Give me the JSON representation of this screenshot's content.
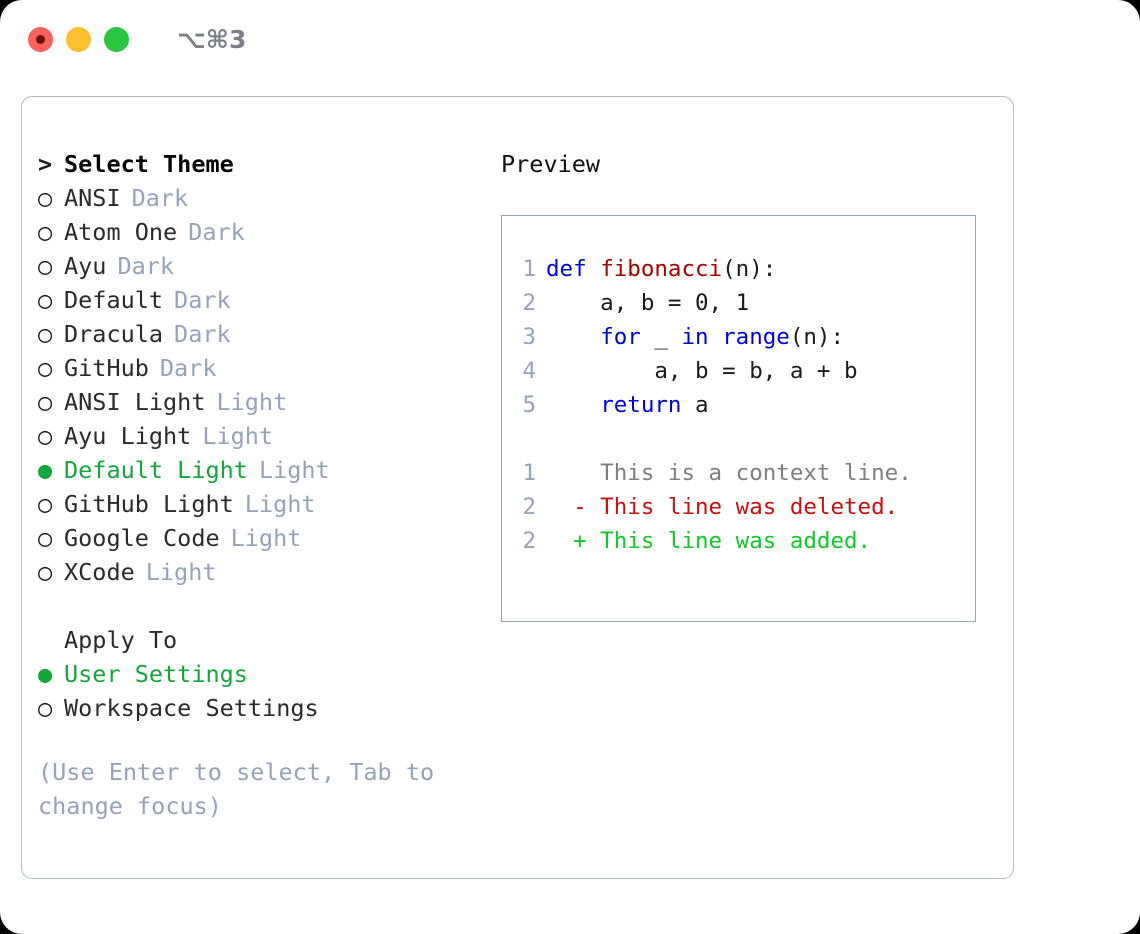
{
  "titlebar": {
    "shortcut": "⌥⌘3",
    "buttons": [
      "close",
      "minimize",
      "maximize"
    ]
  },
  "left": {
    "heading": {
      "prompt": ">",
      "label": "Select Theme"
    },
    "themes": [
      {
        "marker": "○",
        "label": "ANSI",
        "badge": "Dark",
        "selected": false
      },
      {
        "marker": "○",
        "label": "Atom One",
        "badge": "Dark",
        "selected": false
      },
      {
        "marker": "○",
        "label": "Ayu",
        "badge": "Dark",
        "selected": false
      },
      {
        "marker": "○",
        "label": "Default",
        "badge": "Dark",
        "selected": false
      },
      {
        "marker": "○",
        "label": "Dracula",
        "badge": "Dark",
        "selected": false
      },
      {
        "marker": "○",
        "label": "GitHub",
        "badge": "Dark",
        "selected": false
      },
      {
        "marker": "○",
        "label": "ANSI Light",
        "badge": "Light",
        "selected": false
      },
      {
        "marker": "○",
        "label": "Ayu Light",
        "badge": "Light",
        "selected": false
      },
      {
        "marker": "●",
        "label": "Default Light",
        "badge": "Light",
        "selected": true
      },
      {
        "marker": "○",
        "label": "GitHub Light",
        "badge": "Light",
        "selected": false
      },
      {
        "marker": "○",
        "label": "Google Code",
        "badge": "Light",
        "selected": false
      },
      {
        "marker": "○",
        "label": "XCode",
        "badge": "Light",
        "selected": false
      }
    ],
    "apply_to": {
      "heading": "Apply To",
      "options": [
        {
          "marker": "●",
          "label": "User Settings",
          "selected": true
        },
        {
          "marker": "○",
          "label": "Workspace Settings",
          "selected": false
        }
      ]
    },
    "hint": "(Use Enter to select, Tab to change focus)"
  },
  "preview": {
    "title": "Preview",
    "code_lines": [
      {
        "no": "1",
        "tokens": [
          {
            "t": "def ",
            "c": "kw"
          },
          {
            "t": "fibonacci",
            "c": "fn"
          },
          {
            "t": "(n):",
            "c": "pl"
          }
        ]
      },
      {
        "no": "2",
        "tokens": [
          {
            "t": "    a, b = 0, 1",
            "c": "pl"
          }
        ]
      },
      {
        "no": "3",
        "tokens": [
          {
            "t": "    ",
            "c": "pl"
          },
          {
            "t": "for",
            "c": "kw"
          },
          {
            "t": " _ ",
            "c": "pl"
          },
          {
            "t": "in",
            "c": "kw"
          },
          {
            "t": " ",
            "c": "pl"
          },
          {
            "t": "range",
            "c": "kw"
          },
          {
            "t": "(n):",
            "c": "pl"
          }
        ]
      },
      {
        "no": "4",
        "tokens": [
          {
            "t": "        a, b = b, a + b",
            "c": "pl"
          }
        ]
      },
      {
        "no": "5",
        "tokens": [
          {
            "t": "    ",
            "c": "pl"
          },
          {
            "t": "return",
            "c": "kw"
          },
          {
            "t": " a",
            "c": "pl"
          }
        ]
      }
    ],
    "diff_lines": [
      {
        "no": "1",
        "sign": " ",
        "text": "This is a context line.",
        "kind": "ctx"
      },
      {
        "no": "2",
        "sign": "-",
        "text": "This line was deleted.",
        "kind": "del"
      },
      {
        "no": "2",
        "sign": "+",
        "text": "This line was added.",
        "kind": "add"
      }
    ]
  },
  "colors": {
    "selected_green": "#12a73a",
    "muted_gray": "#97a3b6",
    "keyword_blue": "#0000e6",
    "function_red": "#a80000",
    "diff_deleted": "#cc0d0d",
    "diff_added": "#0ecb25",
    "border": "#b3bcc9",
    "traffic_close": "#f9615c",
    "traffic_min": "#fcbf2e",
    "traffic_max": "#29c640"
  }
}
